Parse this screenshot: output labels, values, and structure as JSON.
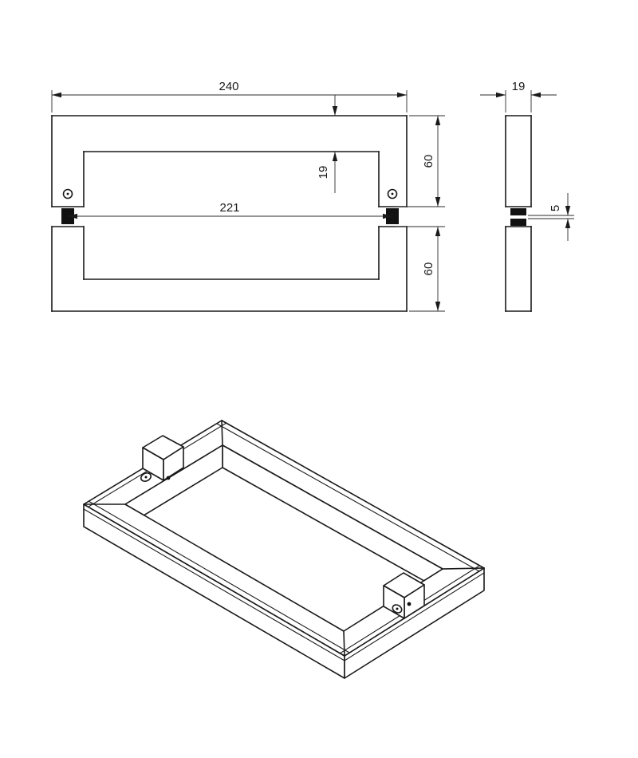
{
  "drawing": {
    "kind": "technical-drawing-rectangular-pull-handle",
    "views": {
      "front": {
        "dims": {
          "overall_length": "240",
          "profile_width": "19",
          "post_center_distance": "221",
          "upper_height": "60",
          "lower_height": "60"
        }
      },
      "side": {
        "dims": {
          "depth": "19",
          "gap": "5"
        }
      },
      "isometric": {}
    },
    "colors": {
      "line": "#1a1a1a",
      "background": "#ffffff"
    }
  }
}
